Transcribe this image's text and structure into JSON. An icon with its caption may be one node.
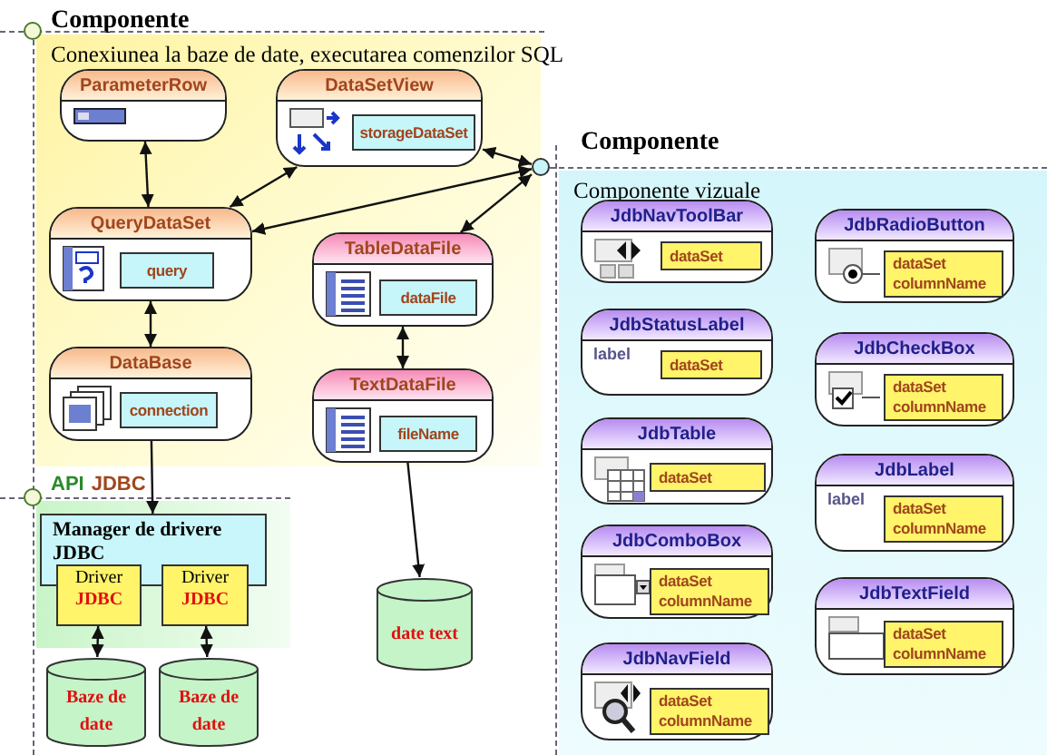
{
  "diagram": {
    "nodes": [
      {
        "text": [
          "Componente"
        ]
      },
      {
        "text": [
          "Conexiunea la baze de date, executarea comenzilor SQL"
        ]
      },
      {
        "text": [
          "ParameterRow"
        ],
        "in": 1
      },
      {
        "text": [
          "DataSetView"
        ],
        "in": 1
      },
      {
        "text": [
          "storageDataSet"
        ],
        "in": 3
      },
      {
        "text": [
          "QueryDataSet"
        ],
        "in": 1
      },
      {
        "text": [
          "query"
        ],
        "in": 5
      },
      {
        "text": [
          "TableDataFile"
        ],
        "in": 1
      },
      {
        "text": [
          "dataFile"
        ],
        "in": 7
      },
      {
        "text": [
          "DataBase"
        ],
        "in": 1
      },
      {
        "text": [
          "connection"
        ],
        "in": 9
      },
      {
        "text": [
          "TextDataFile"
        ],
        "in": 1
      },
      {
        "text": [
          "fileName"
        ],
        "in": 11
      },
      {
        "text": [
          "API",
          "JDBC"
        ]
      },
      {
        "text": [
          "Manager de drivere JDBC"
        ],
        "in": 13
      },
      {
        "text": [
          "Driver",
          "JDBC"
        ],
        "in": 13
      },
      {
        "text": [
          "Driver",
          "JDBC"
        ],
        "in": 13
      },
      {
        "text": [
          "Baze de date"
        ]
      },
      {
        "text": [
          "Baze de date"
        ]
      },
      {
        "text": [
          "date text"
        ]
      },
      {
        "text": [],
        "shape": "circle"
      },
      {
        "text": [
          "Componente"
        ]
      },
      {
        "text": [
          "Componente vizuale"
        ],
        "in": 21
      },
      {
        "text": [
          "JdbNavToolBar"
        ],
        "in": 22
      },
      {
        "text": [
          "dataSet"
        ],
        "in": 23
      },
      {
        "text": [
          "JdbRadioButton"
        ],
        "in": 22
      },
      {
        "text": [
          "dataSet",
          "columnName"
        ],
        "in": 25
      },
      {
        "text": [
          "JdbStatusLabel"
        ],
        "in": 22
      },
      {
        "text": [
          "dataSet"
        ],
        "in": 27
      },
      {
        "text": [
          "JdbCheckBox"
        ],
        "in": 22
      },
      {
        "text": [
          "dataSet",
          "columnName"
        ],
        "in": 29
      },
      {
        "text": [
          "JdbTable"
        ],
        "in": 22
      },
      {
        "text": [
          "dataSet"
        ],
        "in": 31
      },
      {
        "text": [
          "JdbLabel"
        ],
        "in": 22
      },
      {
        "text": [
          "dataSet",
          "columnName"
        ],
        "in": 33
      },
      {
        "text": [
          "JdbComboBox"
        ],
        "in": 22
      },
      {
        "text": [
          "dataSet",
          "columnName"
        ],
        "in": 35
      },
      {
        "text": [
          "JdbTextField"
        ],
        "in": 22
      },
      {
        "text": [
          "dataSet",
          "columnName"
        ],
        "in": 37
      },
      {
        "text": [
          "JdbNavField"
        ],
        "in": 22
      },
      {
        "text": [
          "dataSet",
          "columnName"
        ],
        "in": 39
      },
      {
        "text": [],
        "shape": "circle"
      },
      {
        "text": [],
        "shape": "circle"
      }
    ],
    "edges": [
      {
        "from": 2,
        "to": 5,
        "arrow": "both"
      },
      {
        "from": 3,
        "to": 5,
        "arrow": "both"
      },
      {
        "from": 20,
        "to": 3,
        "arrow": "both"
      },
      {
        "from": 20,
        "to": 5,
        "arrow": "both"
      },
      {
        "from": 20,
        "to": 7,
        "arrow": "both"
      },
      {
        "from": 5,
        "to": 9,
        "arrow": "both"
      },
      {
        "from": 7,
        "to": 11,
        "arrow": "both"
      },
      {
        "from": 9,
        "to": 14,
        "arrow": "to"
      },
      {
        "from": 11,
        "to": 19,
        "arrow": "to"
      },
      {
        "from": 15,
        "to": 17,
        "arrow": "both"
      },
      {
        "from": 16,
        "to": 18,
        "arrow": "both"
      }
    ],
    "labels": [
      "label",
      "label"
    ]
  }
}
